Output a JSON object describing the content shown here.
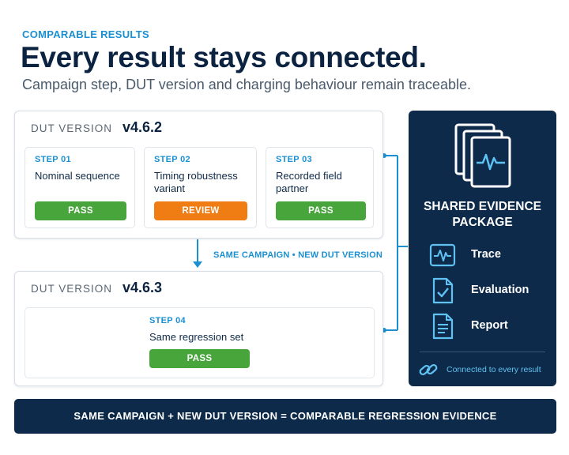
{
  "header": {
    "eyebrow": "COMPARABLE RESULTS",
    "title": "Every result stays connected.",
    "subtitle": "Campaign step, DUT version and charging behaviour remain traceable."
  },
  "top_panel": {
    "version_label": "DUT VERSION",
    "version_value": "v4.6.2",
    "steps": [
      {
        "num": "STEP 01",
        "name": "Nominal sequence",
        "status": "PASS"
      },
      {
        "num": "STEP 02",
        "name": "Timing robustness variant",
        "status": "REVIEW"
      },
      {
        "num": "STEP 03",
        "name": "Recorded field partner",
        "status": "PASS"
      }
    ]
  },
  "between_label": "SAME CAMPAIGN • NEW DUT VERSION",
  "bottom_panel": {
    "version_label": "DUT VERSION",
    "version_value": "v4.6.3",
    "steps": [
      {
        "num": "STEP 04",
        "name": "Same regression set",
        "status": "PASS"
      }
    ]
  },
  "evidence": {
    "title_line1": "SHARED EVIDENCE",
    "title_line2": "PACKAGE",
    "items": [
      {
        "label": "Trace",
        "icon": "trace-waveform-icon"
      },
      {
        "label": "Evaluation",
        "icon": "evaluation-check-icon"
      },
      {
        "label": "Report",
        "icon": "report-document-icon"
      }
    ],
    "footer": "Connected to every result"
  },
  "banner": "SAME CAMPAIGN + NEW DUT VERSION = COMPARABLE REGRESSION EVIDENCE",
  "colors": {
    "navy": "#0d2a4a",
    "accent_blue": "#1a8fd1",
    "pass_green": "#47a53b",
    "review_orange": "#ef7d14"
  }
}
